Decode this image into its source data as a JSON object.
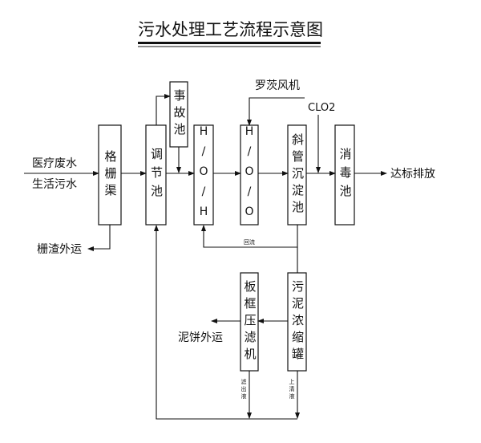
{
  "title": "污水处理工艺流程示意图",
  "inputs": [
    "医疗废水",
    "生活污水"
  ],
  "units": {
    "screen": "格栅渠",
    "equalization": "调节池",
    "emergency": "事故池",
    "hoh": "H/O/H",
    "hoo": "H/O/O",
    "settling": "斜管沉淀池",
    "disinfection": "消毒池",
    "filter_press": "板框压滤机",
    "thickener": "污泥浓缩罐"
  },
  "labels": {
    "blower": "罗茨风机",
    "chlorine": "CLO2",
    "discharge": "达标排放",
    "screenings": "栅渣外运",
    "return_flow": "回流",
    "sludge_cake": "泥饼外运",
    "filtrate": "滤出液",
    "supernatant": "上清液"
  }
}
